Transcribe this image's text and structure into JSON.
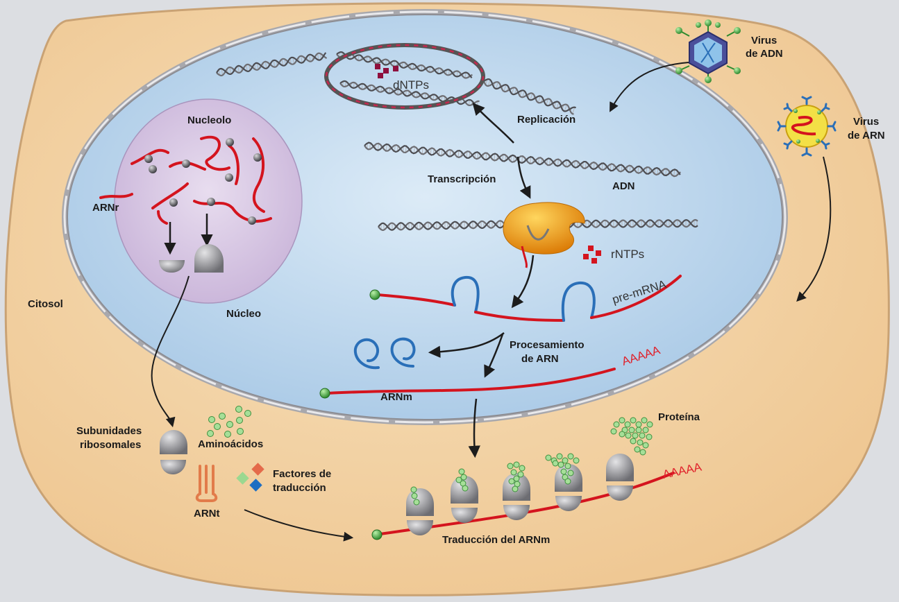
{
  "labels": {
    "nucleolo": "Nucleolo",
    "arnr": "ARNr",
    "nucleo": "Núcleo",
    "citosol": "Citosol",
    "dntps": "dNTPs",
    "replicacion": "Replicación",
    "transcripcion": "Transcripción",
    "adn": "ADN",
    "rntps": "rNTPs",
    "pre_mrna": "pre-mRNA",
    "procesamiento_line1": "Procesamiento",
    "procesamiento_line2": "de ARN",
    "polya_1": "AAAAA",
    "arnm": "ARNm",
    "virus_adn_line1": "Virus",
    "virus_adn_line2": "de ADN",
    "virus_arn_line1": "Virus",
    "virus_arn_line2": "de ARN",
    "subunidades_line1": "Subunidades",
    "subunidades_line2": "ribosomales",
    "aminoacidos": "Aminoácidos",
    "factores_line1": "Factores de",
    "factores_line2": "traducción",
    "arnt": "ARNt",
    "proteina": "Proteína",
    "polya_2": "AAAAA",
    "traduccion": "Traducción del ARNm"
  },
  "colors": {
    "cytosol": "#f2d2a4",
    "nucleus": "#bcd6ec",
    "nucleolus": "#d8c8e2",
    "rna": "#e0202a",
    "intron": "#2a6fb8",
    "cap": "#4caf50",
    "amino": "#9bd890",
    "dntp": "#9a1040",
    "polymerase": "#f0a020",
    "ribosome": "#8a8a8e"
  }
}
